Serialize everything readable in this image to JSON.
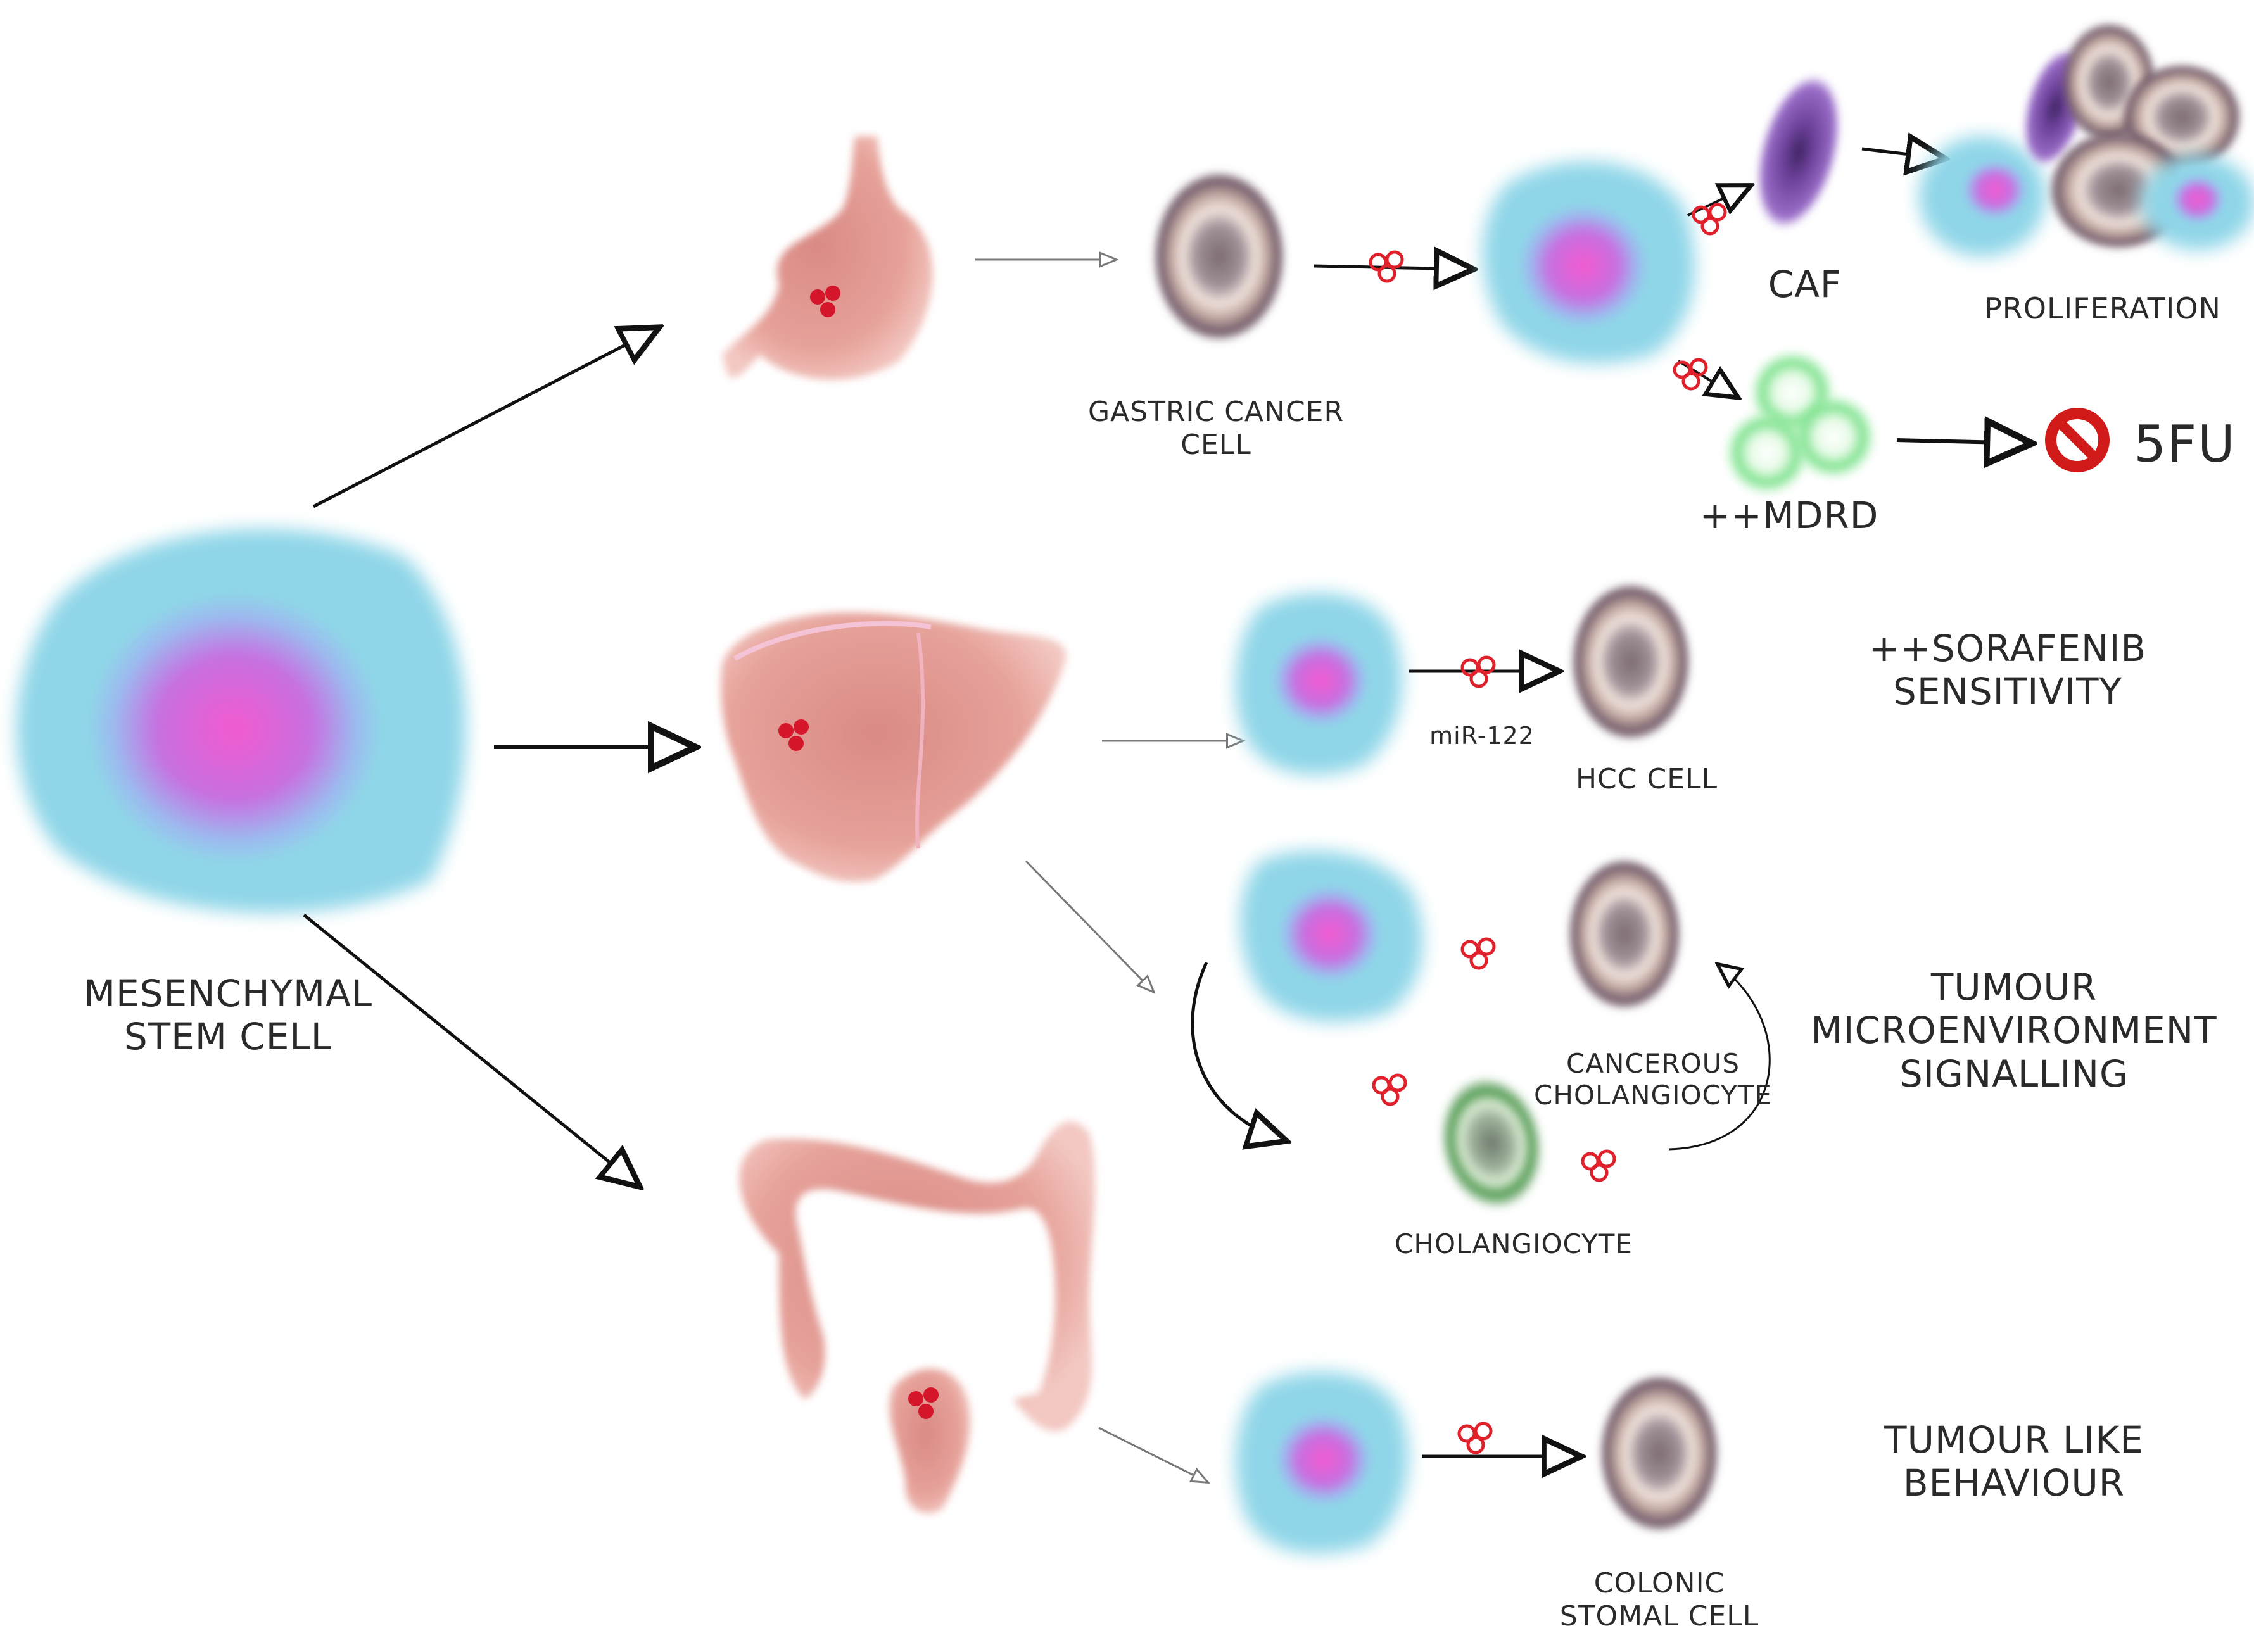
{
  "labels": {
    "msc": "MESENCHYMAL\nSTEM CELL",
    "gastric_cell": "GASTRIC CANCER\nCELL",
    "caf": "CAF",
    "proliferation": "PROLIFERATION",
    "mdrd": "++MDRD",
    "five_fu": "5FU",
    "mir122": "miR-122",
    "hcc_cell": "HCC CELL",
    "sorafenib": "++SORAFENIB\nSENSITIVITY",
    "cancerous_chol": "CANCEROUS\nCHOLANGIOCYTE",
    "cholangiocyte": "CHOLANGIOCYTE",
    "microenv": "TUMOUR\nMICROENVIRONMENT\nSIGNALLING",
    "colonic": "COLONIC\nSTOMAL CELL",
    "tumour_like": "TUMOUR LIKE\nBEHAVIOUR"
  },
  "colors": {
    "msc_outer": "#8fd6e8",
    "msc_inner": "#e84fc9",
    "msc_mid": "#b07adf",
    "cancer_outer": "#7a6170",
    "cancer_ring": "#e8d6cf",
    "organ": "#e8a39b",
    "exosome": "#e0202a",
    "caf": "#7a4aa8",
    "mdr": "#8ee89a",
    "cholangiocyte": "#3f8f3f",
    "stop": "#d11a1a"
  },
  "icons": [
    "stomach-icon",
    "liver-icon",
    "colon-icon",
    "exosome-icon",
    "prohibited-icon"
  ]
}
